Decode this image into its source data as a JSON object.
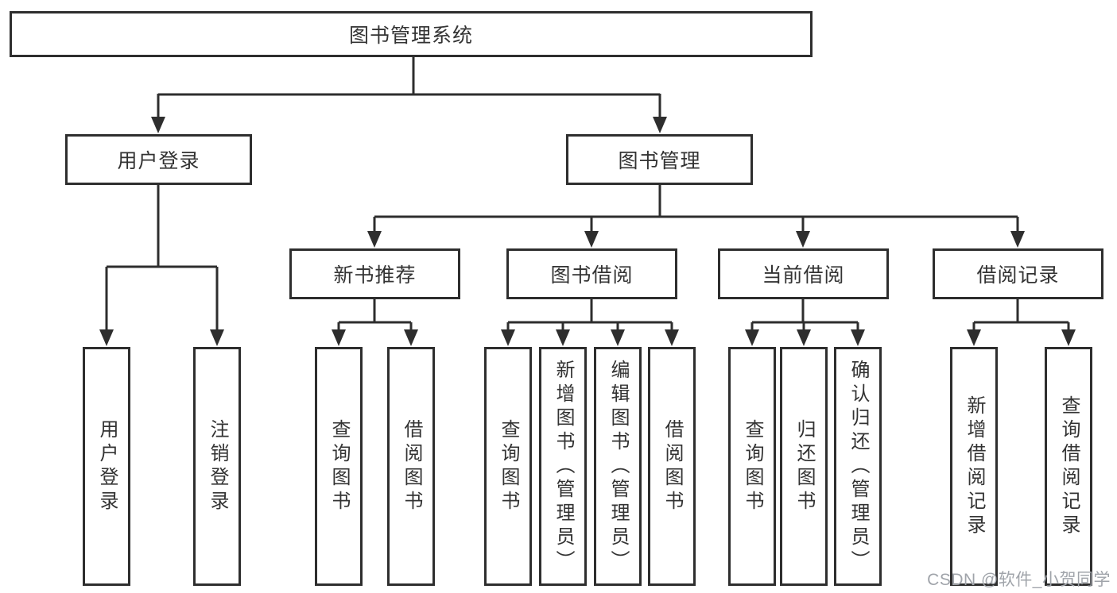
{
  "diagram": {
    "root": {
      "label": "图书管理系统"
    },
    "branches": [
      {
        "label": "用户登录",
        "children": [
          {
            "label": "用户登录"
          },
          {
            "label": "注销登录"
          }
        ]
      },
      {
        "label": "图书管理",
        "children": [
          {
            "label": "新书推荐",
            "children": [
              {
                "label": "查询图书"
              },
              {
                "label": "借阅图书"
              }
            ]
          },
          {
            "label": "图书借阅",
            "children": [
              {
                "label": "查询图书"
              },
              {
                "label": "新增图书（管理员）"
              },
              {
                "label": "编辑图书（管理员）"
              },
              {
                "label": "借阅图书"
              }
            ]
          },
          {
            "label": "当前借阅",
            "children": [
              {
                "label": "查询图书"
              },
              {
                "label": "归还图书"
              },
              {
                "label": "确认归还（管理员）"
              }
            ]
          },
          {
            "label": "借阅记录",
            "children": [
              {
                "label": "新增借阅记录"
              },
              {
                "label": "查询借阅记录"
              }
            ]
          }
        ]
      }
    ],
    "colors": {
      "line": "#2e2e2e",
      "text": "#333333",
      "box_fill": "#ffffff",
      "background": "#ffffff",
      "watermark": "#a0a4aa"
    },
    "watermark": {
      "text": "CSDN @软件_小贺同学"
    }
  }
}
